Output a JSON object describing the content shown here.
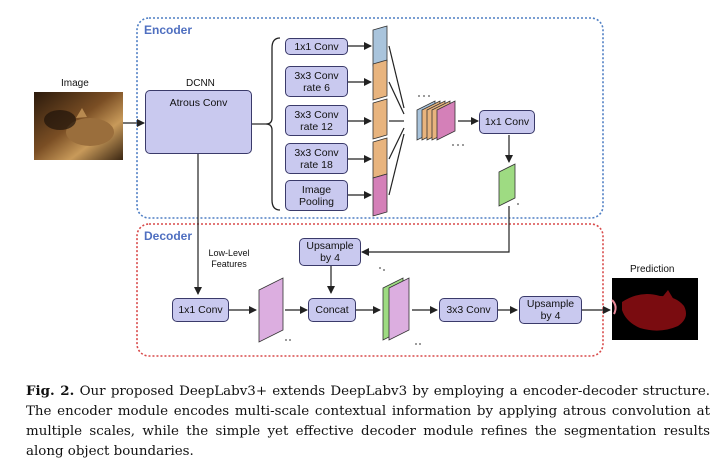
{
  "figure": {
    "encoder_title": "Encoder",
    "decoder_title": "Decoder",
    "image_label": "Image",
    "dcnn_label": "DCNN",
    "atrous_conv_label": "Atrous Conv",
    "branches": {
      "conv1x1": "1x1 Conv",
      "conv_rate6": "3x3 Conv rate 6",
      "conv_rate12": "3x3 Conv rate 12",
      "conv_rate18": "3x3 Conv rate 18",
      "image_pooling": "Image Pooling"
    },
    "encoder_1x1_conv": "1x1 Conv",
    "low_level_features": "Low-Level Features",
    "upsample_by4_top": "Upsample by 4",
    "decoder_1x1_conv": "1x1 Conv",
    "concat": "Concat",
    "conv3x3": "3x3 Conv",
    "upsample_by4_out": "Upsample by 4",
    "prediction_label": "Prediction",
    "colors": {
      "encoder_border": "#4f7fc4",
      "decoder_border": "#d84a4a",
      "encoder_title": "#4f6fc0",
      "decoder_title": "#4f6fc0",
      "node_fill": "#c9c9ef",
      "blue_block": "#a9c4dc",
      "orange_block": "#e8b47e",
      "pink_block": "#d480b8",
      "green_block": "#9edb82",
      "lilac_block": "#dcaee0"
    }
  },
  "caption": {
    "label": "Fig. 2.",
    "text": "Our proposed DeepLabv3+ extends DeepLabv3 by employing a encoder-decoder structure. The encoder module encodes multi-scale contextual information by applying atrous convolution at multiple scales, while the simple yet effective decoder module refines the segmentation results along object boundaries."
  }
}
